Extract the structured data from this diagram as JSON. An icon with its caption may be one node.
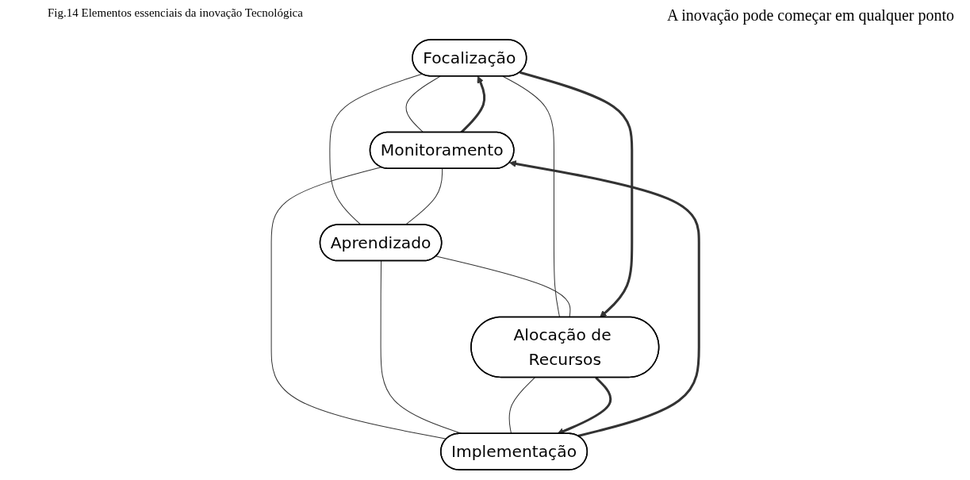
{
  "diagram": {
    "title": "Fig.14 Elementos essenciais da inovação Tecnológica",
    "nodes": [
      {
        "text": [
          "Focalização"
        ]
      },
      {
        "text": [
          "Monitoramento"
        ]
      },
      {
        "text": [
          "Aprendizado"
        ]
      },
      {
        "text": [
          "Alocação de Recursos"
        ]
      },
      {
        "text": [
          "Implementação"
        ]
      }
    ],
    "edges": [
      {
        "from": 0,
        "to": 1,
        "arrow": "none"
      },
      {
        "from": 0,
        "to": 2,
        "arrow": "none"
      },
      {
        "from": 0,
        "to": 3,
        "arrow": "none"
      },
      {
        "from": 1,
        "to": 2,
        "arrow": "none"
      },
      {
        "from": 2,
        "to": 3,
        "arrow": "none"
      },
      {
        "from": 1,
        "to": 4,
        "arrow": "none"
      },
      {
        "from": 2,
        "to": 4,
        "arrow": "none"
      },
      {
        "from": 3,
        "to": 4,
        "arrow": "none"
      },
      {
        "from": 1,
        "to": 0,
        "arrow": "to",
        "style": "thick"
      },
      {
        "from": 0,
        "to": 3,
        "arrow": "to",
        "style": "thick"
      },
      {
        "from": 3,
        "to": 4,
        "arrow": "to",
        "style": "thick"
      },
      {
        "from": 4,
        "to": 1,
        "arrow": "to",
        "style": "thick"
      }
    ],
    "labels": [
      "A inovação pode começar em qualquer ponto"
    ]
  }
}
